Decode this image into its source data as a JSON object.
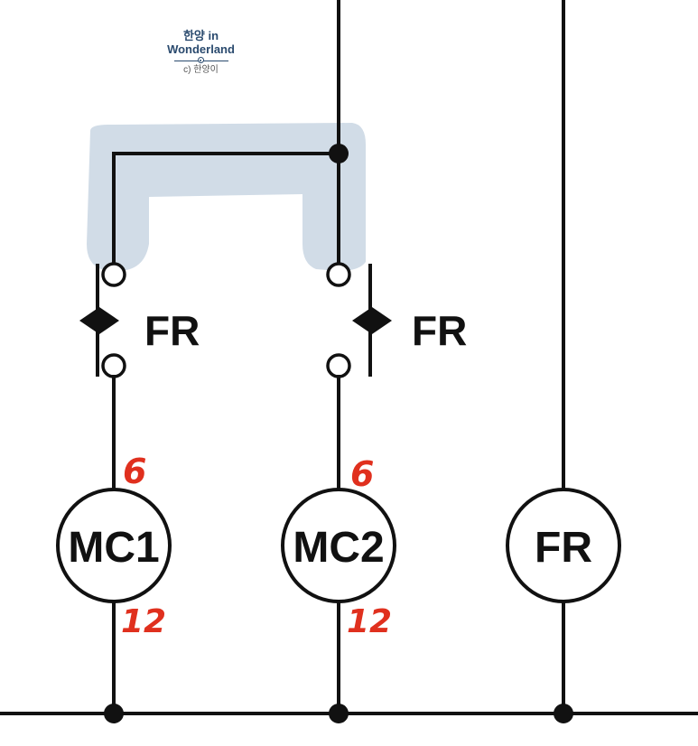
{
  "watermark": {
    "line1": "한양 in",
    "line2": "Wonderland",
    "credit": "c) 한양이"
  },
  "contacts": [
    {
      "id": "left",
      "label": "FR"
    },
    {
      "id": "right",
      "label": "FR"
    }
  ],
  "coils": [
    {
      "id": "mc1",
      "label": "MC1",
      "pin_top": "6",
      "pin_bottom": "12"
    },
    {
      "id": "mc2",
      "label": "MC2",
      "pin_top": "6",
      "pin_bottom": "12"
    },
    {
      "id": "fr",
      "label": "FR"
    }
  ],
  "colors": {
    "wire": "#111111",
    "pin_annotation": "#e0301e",
    "highlight": "#c9d6e3"
  }
}
